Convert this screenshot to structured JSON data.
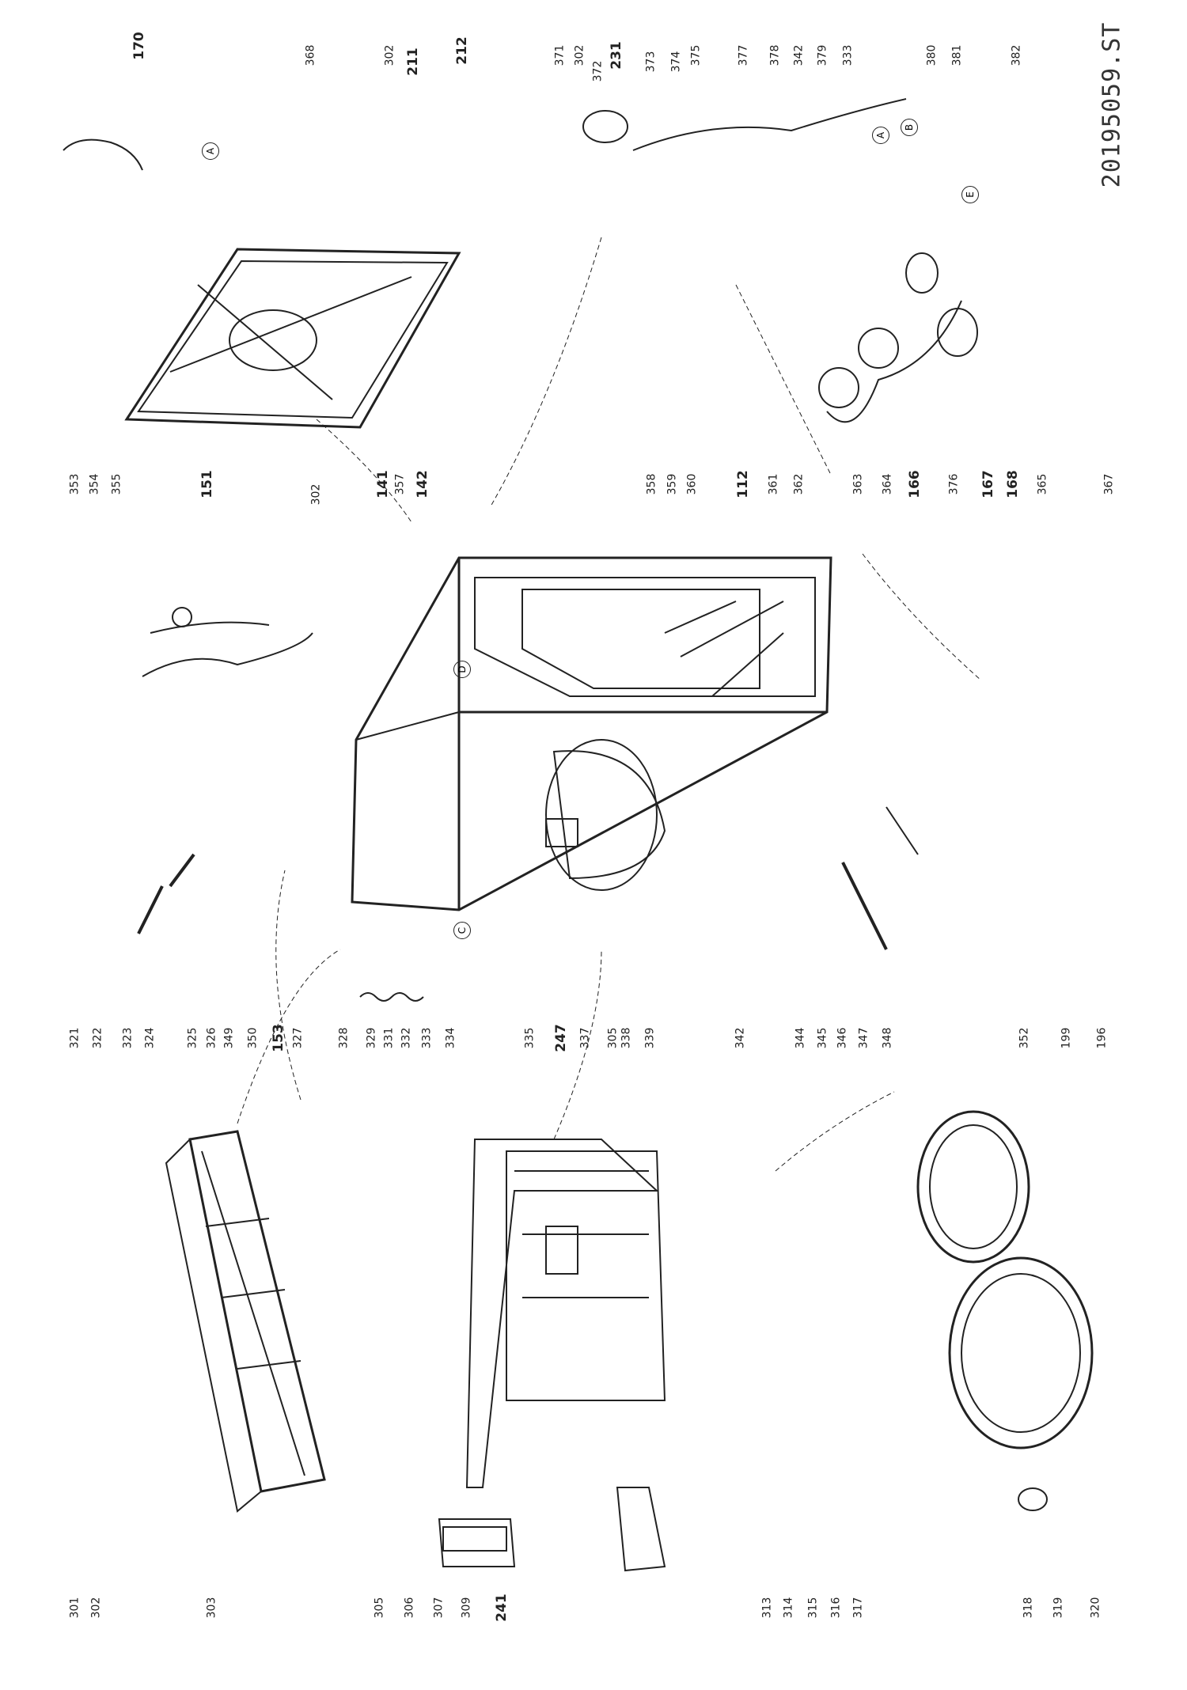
{
  "drawing_code": "20195059.ST",
  "markers": [
    "A",
    "A",
    "B",
    "C",
    "D",
    "E"
  ],
  "callouts_top": [
    "170",
    "368",
    "302",
    "211",
    "212",
    "371",
    "302",
    "231",
    "372",
    "373",
    "374",
    "375",
    "377",
    "378",
    "342",
    "379",
    "333",
    "380",
    "381",
    "382"
  ],
  "callouts_middle": [
    "353",
    "354",
    "355",
    "151",
    "302",
    "141",
    "357",
    "142",
    "358",
    "359",
    "360",
    "112",
    "361",
    "362",
    "364",
    "365",
    "367",
    "363",
    "166",
    "376",
    "167",
    "168"
  ],
  "callouts_bottom": [
    "321",
    "322",
    "323",
    "324",
    "325",
    "326",
    "349",
    "350",
    "153",
    "327",
    "328",
    "329",
    "331",
    "332",
    "333",
    "334",
    "335",
    "247",
    "337",
    "305",
    "338",
    "339",
    "342",
    "344",
    "345",
    "346",
    "347",
    "348",
    "352",
    "199",
    "196",
    "301",
    "302",
    "303",
    "305",
    "306",
    "307",
    "309",
    "241",
    "313",
    "314",
    "315",
    "316",
    "317",
    "318",
    "319",
    "320"
  ]
}
